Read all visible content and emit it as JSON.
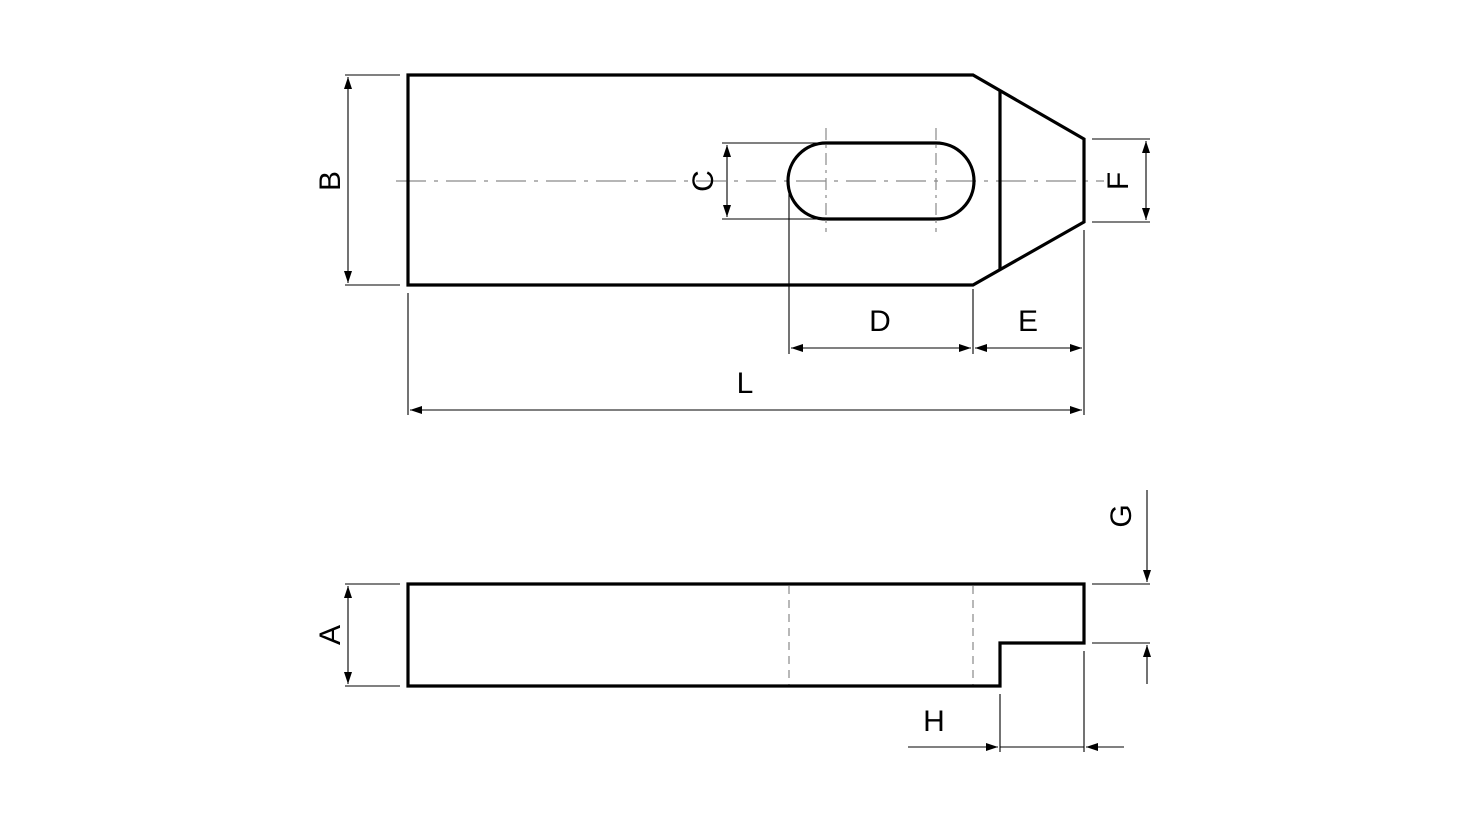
{
  "dimensions": {
    "A": "A",
    "B": "B",
    "C": "C",
    "D": "D",
    "E": "E",
    "F": "F",
    "G": "G",
    "H": "H",
    "L": "L"
  },
  "colors": {
    "outline": "#000000",
    "centerline": "#8a8a8a",
    "hidden_line": "#9a9a9a",
    "background": "#ffffff"
  }
}
